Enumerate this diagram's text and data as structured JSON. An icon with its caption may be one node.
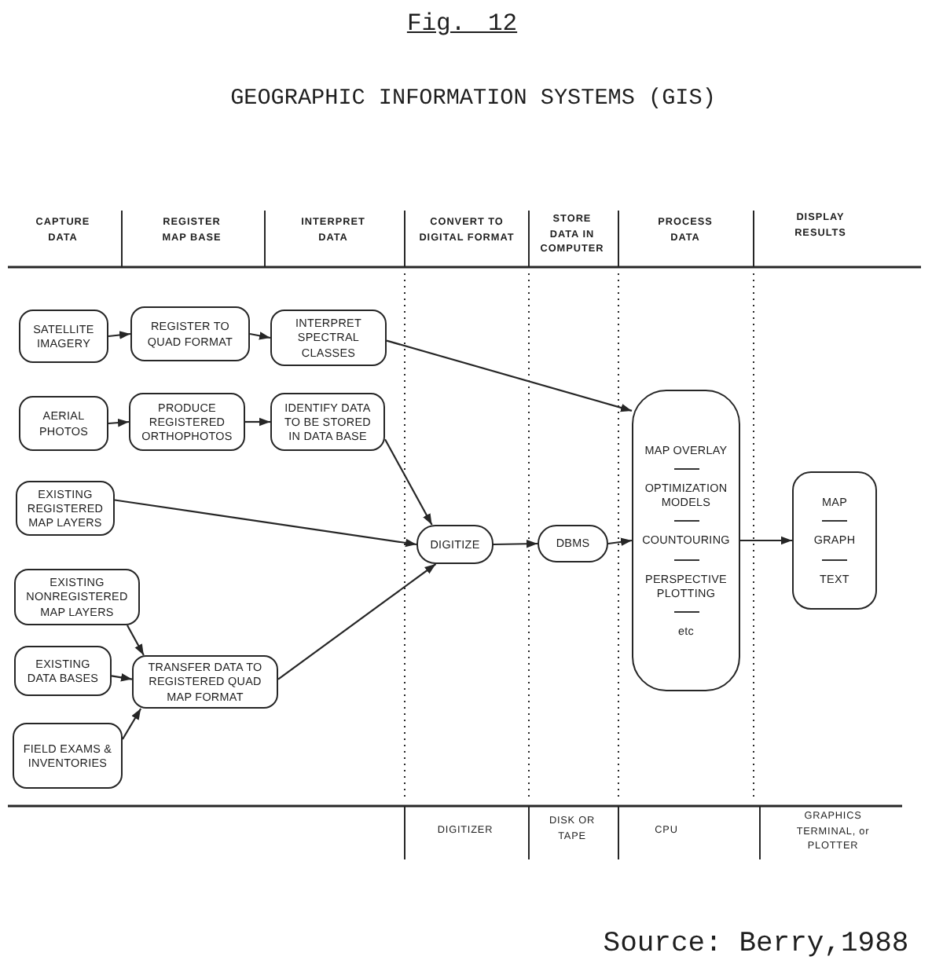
{
  "diagram": {
    "title": "GEOGRAPHIC INFORMATION SYSTEMS (GIS)",
    "caption": "Source: Berry,1988",
    "nodes": [
      {
        "text": [
          "SATELLITE IMAGERY"
        ]
      },
      {
        "text": [
          "REGISTER TO QUAD FORMAT"
        ]
      },
      {
        "text": [
          "INTERPRET SPECTRAL CLASSES"
        ]
      },
      {
        "text": [
          "AERIAL PHOTOS"
        ]
      },
      {
        "text": [
          "PRODUCE REGISTERED ORTHOPHOTOS"
        ]
      },
      {
        "text": [
          "IDENTIFY DATA TO BE STORED IN DATA BASE"
        ]
      },
      {
        "text": [
          "EXISTING REGISTERED MAP LAYERS"
        ]
      },
      {
        "text": [
          "EXISTING NONREGISTERED MAP LAYERS"
        ]
      },
      {
        "text": [
          "EXISTING DATA BASES"
        ]
      },
      {
        "text": [
          "TRANSFER DATA TO REGISTERED QUAD MAP FORMAT"
        ]
      },
      {
        "text": [
          "FIELD EXAMS & INVENTORIES"
        ]
      },
      {
        "text": [
          "DIGITIZE"
        ]
      },
      {
        "text": [
          "DBMS"
        ]
      },
      {
        "text": [
          "MAP OVERLAY",
          "OPTIMIZATION MODELS",
          "COUNTOURING",
          "PERSPECTIVE PLOTTING",
          "etc"
        ]
      },
      {
        "text": [
          "MAP",
          "GRAPH",
          "TEXT"
        ]
      }
    ],
    "edges": [
      {
        "from": 0,
        "to": 1,
        "arrow": "to"
      },
      {
        "from": 1,
        "to": 2,
        "arrow": "to"
      },
      {
        "from": 2,
        "to": 13,
        "arrow": "to"
      },
      {
        "from": 3,
        "to": 4,
        "arrow": "to"
      },
      {
        "from": 4,
        "to": 5,
        "arrow": "to"
      },
      {
        "from": 5,
        "to": 11,
        "arrow": "to"
      },
      {
        "from": 6,
        "to": 11,
        "arrow": "to"
      },
      {
        "from": 7,
        "to": 9,
        "arrow": "to"
      },
      {
        "from": 8,
        "to": 9,
        "arrow": "to"
      },
      {
        "from": 10,
        "to": 9,
        "arrow": "to"
      },
      {
        "from": 9,
        "to": 11,
        "arrow": "to"
      },
      {
        "from": 11,
        "to": 12,
        "arrow": "to"
      },
      {
        "from": 12,
        "to": 13,
        "arrow": "to"
      },
      {
        "from": 13,
        "to": 14,
        "arrow": "to"
      }
    ],
    "labels": [
      "Fig. 12",
      "CAPTURE DATA",
      "REGISTER MAP BASE",
      "INTERPRET DATA",
      "CONVERT TO DIGITAL FORMAT",
      "STORE DATA IN COMPUTER",
      "PROCESS DATA",
      "DISPLAY RESULTS",
      "DIGITIZER",
      "DISK OR TAPE",
      "CPU",
      "GRAPHICS TERMINAL, or PLOTTER"
    ]
  }
}
